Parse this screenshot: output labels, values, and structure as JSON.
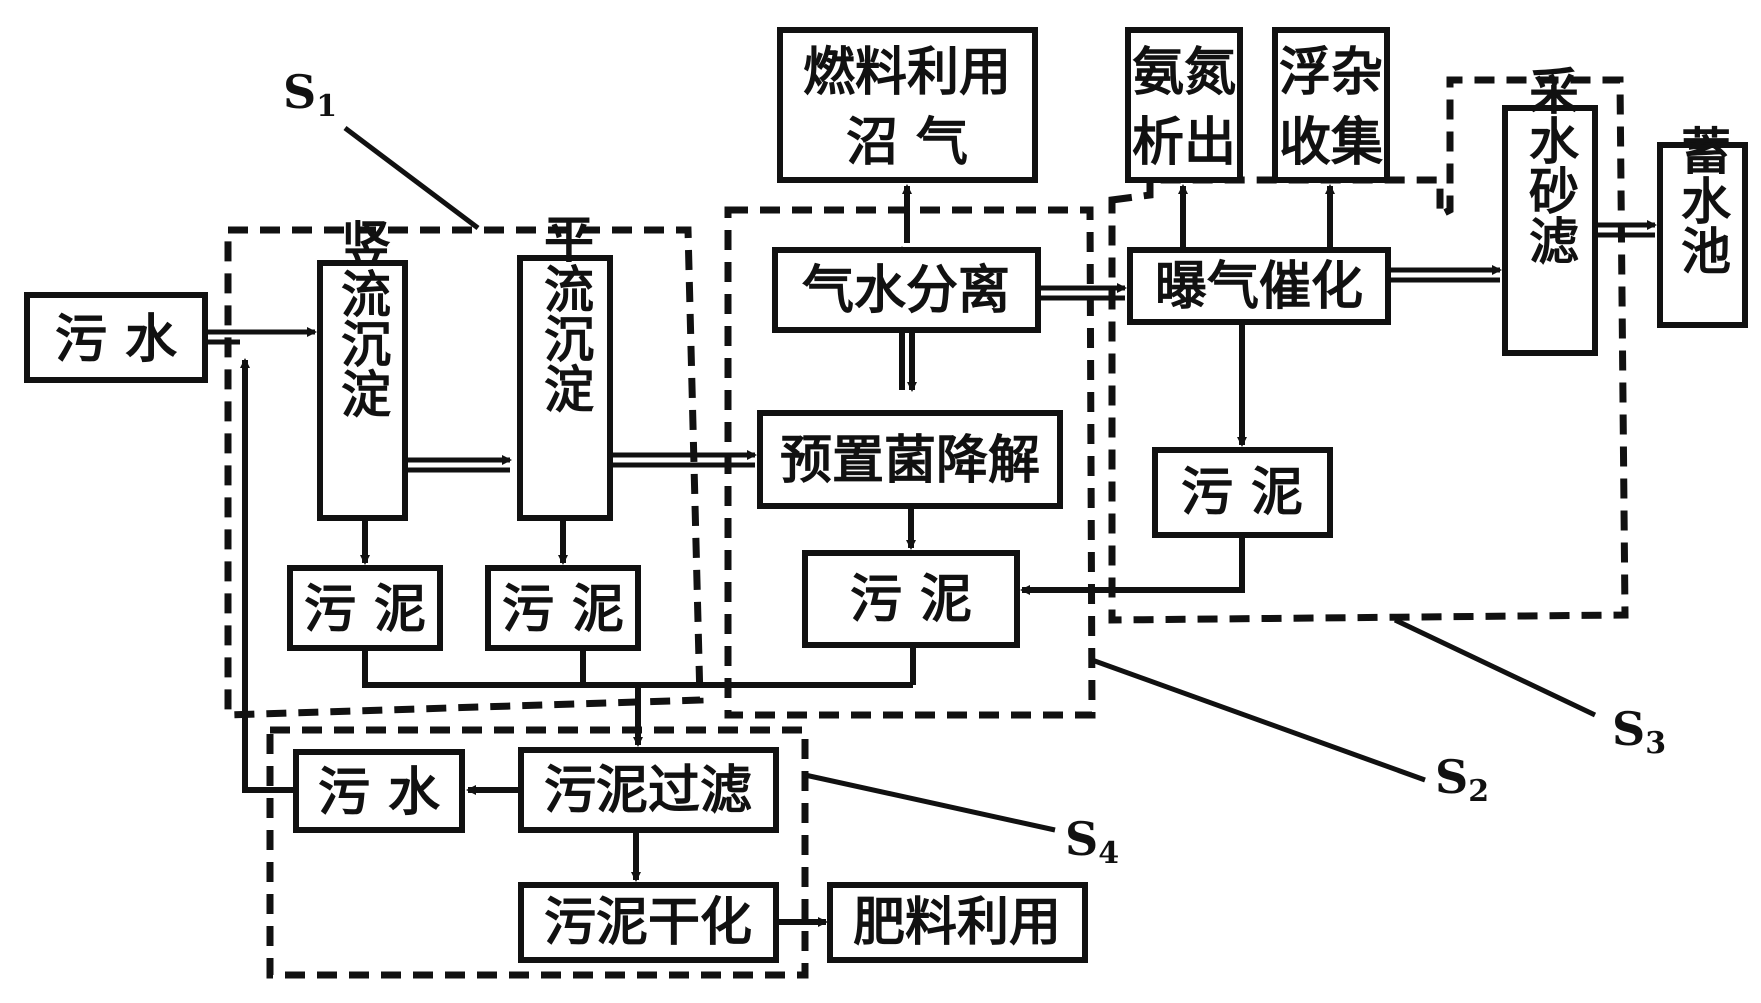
{
  "nodes": {
    "sewage_in": "污 水",
    "vertical_settling": "竖流沉淀",
    "horizontal_settling": "平流沉淀",
    "sludge_1": "污 泥",
    "sludge_2": "污 泥",
    "preset_bacteria": "预置菌降解",
    "gas_water_sep": "气水分离",
    "biogas_line1": "燃料利用",
    "biogas_line2": "沼 气",
    "sludge_3": "污 泥",
    "aeration": "曝气催化",
    "ammonia_line1": "氨氮",
    "ammonia_line2": "析出",
    "float_line1": "浮杂",
    "float_line2": "收集",
    "sludge_4": "污 泥",
    "sand_filter": "采水砂滤",
    "reservoir": "蓄水池",
    "sewage_return": "污 水",
    "sludge_filter": "污泥过滤",
    "sludge_dry": "污泥干化",
    "fertilizer": "肥料利用"
  },
  "stages": {
    "s1": "S",
    "s1_sub": "1",
    "s2": "S",
    "s2_sub": "2",
    "s3": "S",
    "s3_sub": "3",
    "s4": "S",
    "s4_sub": "4"
  },
  "colors": {
    "ink": "#111111",
    "background": "#ffffff"
  }
}
